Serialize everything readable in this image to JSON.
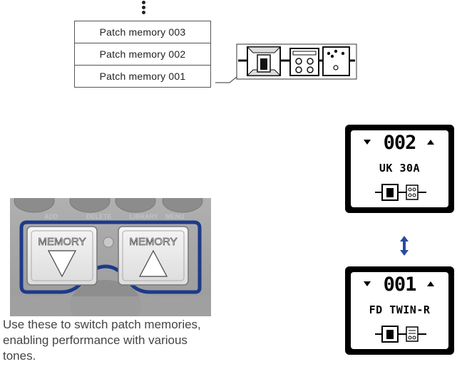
{
  "patch_memories": [
    {
      "label": "Patch memory 003"
    },
    {
      "label": "Patch memory 002"
    },
    {
      "label": "Patch memory 001"
    }
  ],
  "pedal": {
    "button_left_label": "MEMORY",
    "button_right_label": "MEMORY",
    "top_labels": [
      "ADD",
      "DELETE",
      "LIBRARY",
      "MENU"
    ]
  },
  "caption": "Use these to switch patch memories, enabling performance with various tones.",
  "screens": [
    {
      "number": "002",
      "name": "UK 30A"
    },
    {
      "number": "001",
      "name": "FD TWIN-R"
    }
  ],
  "colors": {
    "highlight": "#1d3a8a",
    "switch_arrow": "#2b4aa0"
  },
  "icons": [
    "up-down-arrow-icon",
    "triangle-up-icon",
    "triangle-down-icon",
    "more-vertical-icon"
  ]
}
